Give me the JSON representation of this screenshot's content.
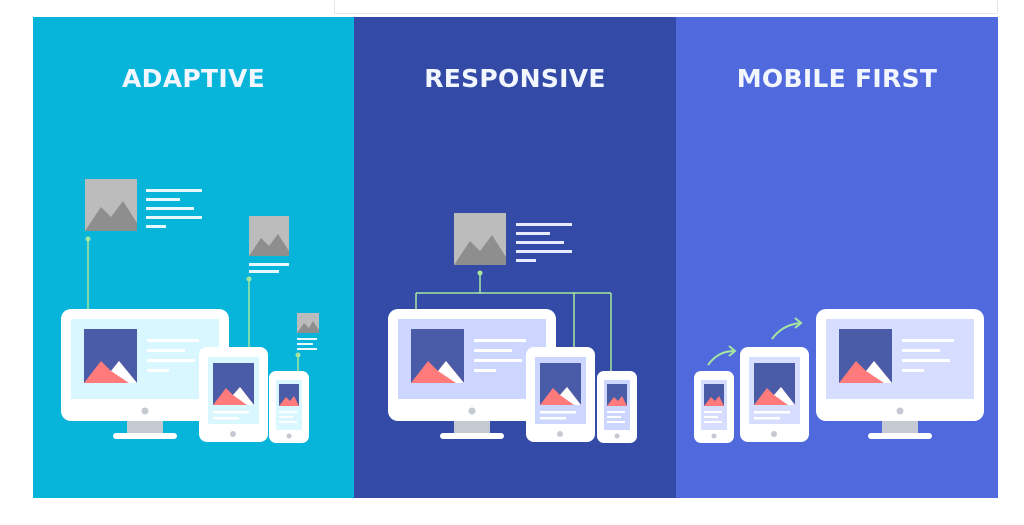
{
  "panels": [
    {
      "title": "ADAPTIVE",
      "background": "#07b4da",
      "screen_tint": "#d9f7ff"
    },
    {
      "title": "RESPONSIVE",
      "background": "#334ba6",
      "screen_tint": "#cdd6ff"
    },
    {
      "title": "MOBILE FIRST",
      "background": "#5069dc",
      "screen_tint": "#d6ddff"
    }
  ],
  "colors": {
    "device_frame": "#ffffff",
    "device_stand": "#c5c9d2",
    "image_dark": "#4a5ba8",
    "image_mountain": "#ff7b7b",
    "placeholder_gray": "#bcbcbc",
    "connector_line": "#a6e7a0"
  }
}
